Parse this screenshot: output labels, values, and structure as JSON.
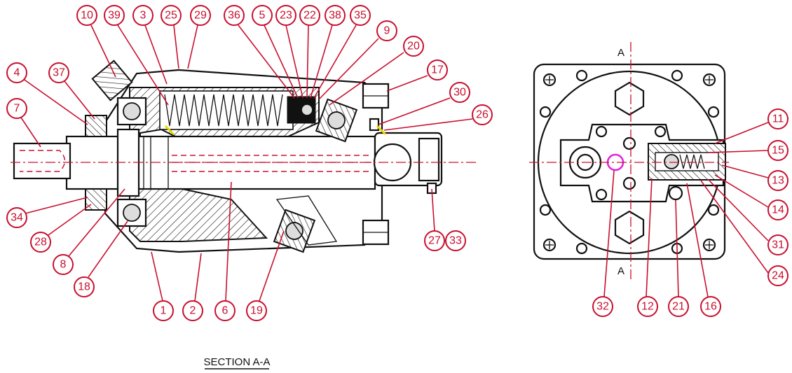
{
  "section_label": "SECTION A-A",
  "section_marks": [
    "A",
    "A"
  ],
  "callouts_section": [
    "10",
    "39",
    "3",
    "25",
    "29",
    "36",
    "5",
    "23",
    "22",
    "38",
    "35",
    "9",
    "20",
    "17",
    "30",
    "26",
    "4",
    "37",
    "7",
    "34",
    "28",
    "8",
    "18",
    "1",
    "2",
    "6",
    "19",
    "27",
    "33"
  ],
  "callouts_end_view": [
    "11",
    "15",
    "13",
    "14",
    "31",
    "24",
    "32",
    "12",
    "21",
    "16"
  ],
  "colors": {
    "callout": "#c8102e",
    "outline": "#111111",
    "highlight": "#e020e0",
    "weld": "#e8d800"
  }
}
